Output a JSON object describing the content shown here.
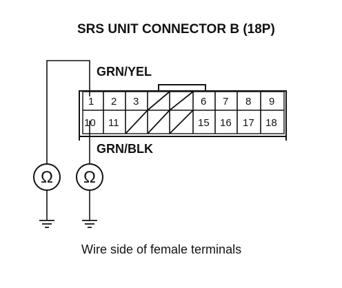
{
  "title": "SRS UNIT CONNECTOR B (18P)",
  "wire_top": "GRN/YEL",
  "wire_bottom": "GRN/BLK",
  "caption": "Wire side of female terminals",
  "pins_row1": [
    "1",
    "2",
    "3",
    "",
    "",
    "6",
    "7",
    "8",
    "9"
  ],
  "pins_row2": [
    "10",
    "11",
    "",
    "",
    "",
    "15",
    "16",
    "17",
    "18"
  ],
  "meter_symbol": "Ω",
  "icons": [
    "ohmmeter-icon",
    "ground-icon"
  ]
}
